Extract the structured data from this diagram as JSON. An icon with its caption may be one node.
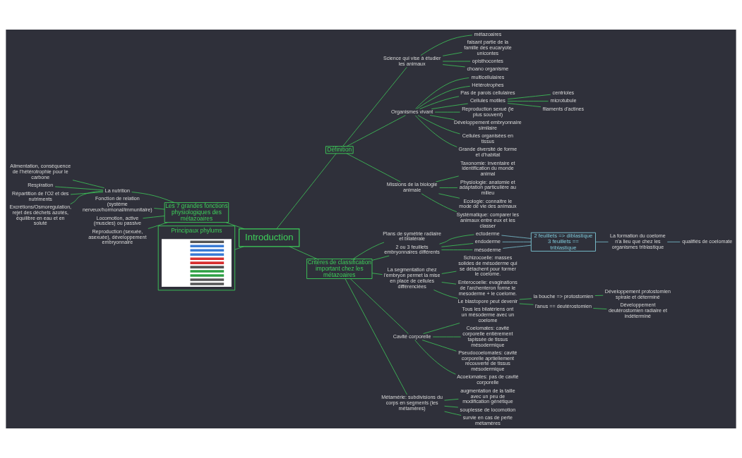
{
  "diagram": {
    "nodes": [
      {
        "text": [
          "Introduction"
        ]
      },
      {
        "text": [
          "Définition"
        ]
      },
      {
        "text": [
          "Science qui vise à étudier les animaux"
        ]
      },
      {
        "text": [
          "métazoaires"
        ]
      },
      {
        "text": [
          "faisant partie de la famille des eucaryote unicontes"
        ]
      },
      {
        "text": [
          "opisthocontes"
        ]
      },
      {
        "text": [
          "choano organisme"
        ]
      },
      {
        "text": [
          "Organismes vivant"
        ]
      },
      {
        "text": [
          "multicellulaires"
        ]
      },
      {
        "text": [
          "Hétérotrophes"
        ]
      },
      {
        "text": [
          "Pas de parois cellulaires"
        ]
      },
      {
        "text": [
          "Cellules motiles"
        ]
      },
      {
        "text": [
          "centrioles"
        ]
      },
      {
        "text": [
          "microtubule"
        ]
      },
      {
        "text": [
          "filaments d'actines"
        ]
      },
      {
        "text": [
          "Reproduction sexué (le plus souvent)"
        ]
      },
      {
        "text": [
          "Développement embryonnaire similaire"
        ]
      },
      {
        "text": [
          "Cellules organisées en tissus"
        ]
      },
      {
        "text": [
          "Grande diversité de forme et d'habitat"
        ]
      },
      {
        "text": [
          "Missions de la biologie animale"
        ]
      },
      {
        "text": [
          "Taxonomie: inventaire et identification du monde animal"
        ]
      },
      {
        "text": [
          "Physiologie: anatomie et adaptation particulière au milieu"
        ]
      },
      {
        "text": [
          "Ecologie: connaître le mode de vie des animaux"
        ]
      },
      {
        "text": [
          "Systématique: comparer les animaux entre eux et les classer"
        ]
      },
      {
        "text": [
          "Critères de classification important chez les métazoaires"
        ]
      },
      {
        "text": [
          "Plans de symétrie radiaire et bilatérale"
        ]
      },
      {
        "text": [
          "2 ou 3 feuillets embryonnaires différents"
        ]
      },
      {
        "text": [
          "ectoderme"
        ]
      },
      {
        "text": [
          "endoderme"
        ]
      },
      {
        "text": [
          "mésoderme"
        ]
      },
      {
        "text": [
          "2 feuillets => diblastique",
          "3 feuillets == triblastique"
        ]
      },
      {
        "text": [
          "La formation du coelome n'a lieu que chez les organismes triblastique"
        ]
      },
      {
        "text": [
          "qualifiés de coelomate"
        ]
      },
      {
        "text": [
          "La segmentation chez l'embryon permet la mise en place de cellules différenciées"
        ]
      },
      {
        "text": [
          "Schizocoelie: masses solides de mésoderme qui se détachent pour former le coelome."
        ]
      },
      {
        "text": [
          "Enterocoelie: evaginations de l'archenteron forme le mesoderme + le coelome."
        ]
      },
      {
        "text": [
          "Le blastopore peut devenir"
        ]
      },
      {
        "text": [
          "la bouche => protostomien"
        ]
      },
      {
        "text": [
          "Développement protostomien spirale et déterminé"
        ]
      },
      {
        "text": [
          "l'anus == deutérostomien"
        ]
      },
      {
        "text": [
          "Développement deutérostomien radiaire et indéterminé"
        ]
      },
      {
        "text": [
          "Cavité corporelle"
        ]
      },
      {
        "text": [
          "Tous les bilatériens ont un mésoderme avec un coelome"
        ]
      },
      {
        "text": [
          "Coelomates: cavité corporelle entièrement tapissée de tissus mésodermique"
        ]
      },
      {
        "text": [
          "Pseudocoelomates: cavité corporelle aprtiellement recouverte de tissus mésodermique"
        ]
      },
      {
        "text": [
          "Acoelomates: pas de cavité corporelle"
        ]
      },
      {
        "text": [
          "Métamérie: subdivisions du corps en segments (les métamères)"
        ]
      },
      {
        "text": [
          "augmentation de la taille avec un peu de modification génétique"
        ]
      },
      {
        "text": [
          "souplesse de locomotion"
        ]
      },
      {
        "text": [
          "survie en cas de perte métamères"
        ]
      },
      {
        "text": [
          "Les 7 grandes fonctions physiologiques des métazoaires"
        ]
      },
      {
        "text": [
          "La nutrition"
        ]
      },
      {
        "text": [
          "Alimentation, conséquence de l'hétérotrophie pour le carbone"
        ]
      },
      {
        "text": [
          "Respiration"
        ]
      },
      {
        "text": [
          "Répartition de l'O2 et des nutriments"
        ]
      },
      {
        "text": [
          "Excrétions/Osmoregulation, rejet des déchets azotés, équilibre en eau et en soluté"
        ]
      },
      {
        "text": [
          "Fonction de relation (système nerveux/hormonal/immunitaire)"
        ]
      },
      {
        "text": [
          "Locomotion, active (muscles) ou passive"
        ]
      },
      {
        "text": [
          "Reproduction (sexuée, asexuée), développement embryonnaire"
        ]
      },
      {
        "text": [
          "Principaux phylums"
        ]
      },
      {
        "text": [],
        "shape": "picture",
        "in": 59
      }
    ],
    "edges": [
      {
        "from": 0,
        "to": 1,
        "arrow": "none"
      },
      {
        "from": 1,
        "to": 2,
        "arrow": "none"
      },
      {
        "from": 2,
        "to": 3,
        "arrow": "none"
      },
      {
        "from": 2,
        "to": 4,
        "arrow": "none"
      },
      {
        "from": 2,
        "to": 5,
        "arrow": "none"
      },
      {
        "from": 2,
        "to": 6,
        "arrow": "none"
      },
      {
        "from": 1,
        "to": 7,
        "arrow": "none"
      },
      {
        "from": 7,
        "to": 8,
        "arrow": "none"
      },
      {
        "from": 7,
        "to": 9,
        "arrow": "none"
      },
      {
        "from": 7,
        "to": 10,
        "arrow": "none"
      },
      {
        "from": 7,
        "to": 11,
        "arrow": "none"
      },
      {
        "from": 11,
        "to": 12,
        "arrow": "none"
      },
      {
        "from": 11,
        "to": 13,
        "arrow": "none"
      },
      {
        "from": 11,
        "to": 14,
        "arrow": "none"
      },
      {
        "from": 7,
        "to": 15,
        "arrow": "none"
      },
      {
        "from": 7,
        "to": 16,
        "arrow": "none"
      },
      {
        "from": 7,
        "to": 17,
        "arrow": "none"
      },
      {
        "from": 7,
        "to": 18,
        "arrow": "none"
      },
      {
        "from": 1,
        "to": 19,
        "arrow": "none"
      },
      {
        "from": 19,
        "to": 20,
        "arrow": "none"
      },
      {
        "from": 19,
        "to": 21,
        "arrow": "none"
      },
      {
        "from": 19,
        "to": 22,
        "arrow": "none"
      },
      {
        "from": 19,
        "to": 23,
        "arrow": "none"
      },
      {
        "from": 0,
        "to": 24,
        "arrow": "none"
      },
      {
        "from": 24,
        "to": 25,
        "arrow": "none"
      },
      {
        "from": 24,
        "to": 26,
        "arrow": "none"
      },
      {
        "from": 26,
        "to": 27,
        "arrow": "none"
      },
      {
        "from": 26,
        "to": 28,
        "arrow": "none"
      },
      {
        "from": 26,
        "to": 29,
        "arrow": "none"
      },
      {
        "from": 27,
        "to": 30,
        "arrow": "none",
        "color": "#7ec8d8"
      },
      {
        "from": 28,
        "to": 30,
        "arrow": "none",
        "color": "#7ec8d8"
      },
      {
        "from": 29,
        "to": 30,
        "arrow": "none",
        "color": "#7ec8d8"
      },
      {
        "from": 30,
        "to": 31,
        "arrow": "none",
        "color": "#7ec8d8"
      },
      {
        "from": 31,
        "to": 32,
        "arrow": "none",
        "color": "#7ec8d8"
      },
      {
        "from": 24,
        "to": 33,
        "arrow": "none"
      },
      {
        "from": 33,
        "to": 34,
        "arrow": "none"
      },
      {
        "from": 33,
        "to": 35,
        "arrow": "none"
      },
      {
        "from": 33,
        "to": 36,
        "arrow": "none"
      },
      {
        "from": 36,
        "to": 37,
        "arrow": "none"
      },
      {
        "from": 37,
        "to": 38,
        "arrow": "none"
      },
      {
        "from": 36,
        "to": 39,
        "arrow": "none"
      },
      {
        "from": 39,
        "to": 40,
        "arrow": "none"
      },
      {
        "from": 24,
        "to": 41,
        "arrow": "none"
      },
      {
        "from": 41,
        "to": 42,
        "arrow": "none"
      },
      {
        "from": 41,
        "to": 43,
        "arrow": "none"
      },
      {
        "from": 41,
        "to": 44,
        "arrow": "none"
      },
      {
        "from": 41,
        "to": 45,
        "arrow": "none"
      },
      {
        "from": 24,
        "to": 46,
        "arrow": "none"
      },
      {
        "from": 46,
        "to": 47,
        "arrow": "none"
      },
      {
        "from": 46,
        "to": 48,
        "arrow": "none"
      },
      {
        "from": 46,
        "to": 49,
        "arrow": "none"
      },
      {
        "from": 0,
        "to": 50,
        "arrow": "none"
      },
      {
        "from": 50,
        "to": 51,
        "arrow": "none"
      },
      {
        "from": 51,
        "to": 52,
        "arrow": "none"
      },
      {
        "from": 51,
        "to": 53,
        "arrow": "none"
      },
      {
        "from": 51,
        "to": 54,
        "arrow": "none"
      },
      {
        "from": 51,
        "to": 55,
        "arrow": "none"
      },
      {
        "from": 50,
        "to": 56,
        "arrow": "none"
      },
      {
        "from": 50,
        "to": 57,
        "arrow": "none"
      },
      {
        "from": 50,
        "to": 58,
        "arrow": "none"
      },
      {
        "from": 0,
        "to": 60,
        "arrow": "none"
      }
    ]
  }
}
